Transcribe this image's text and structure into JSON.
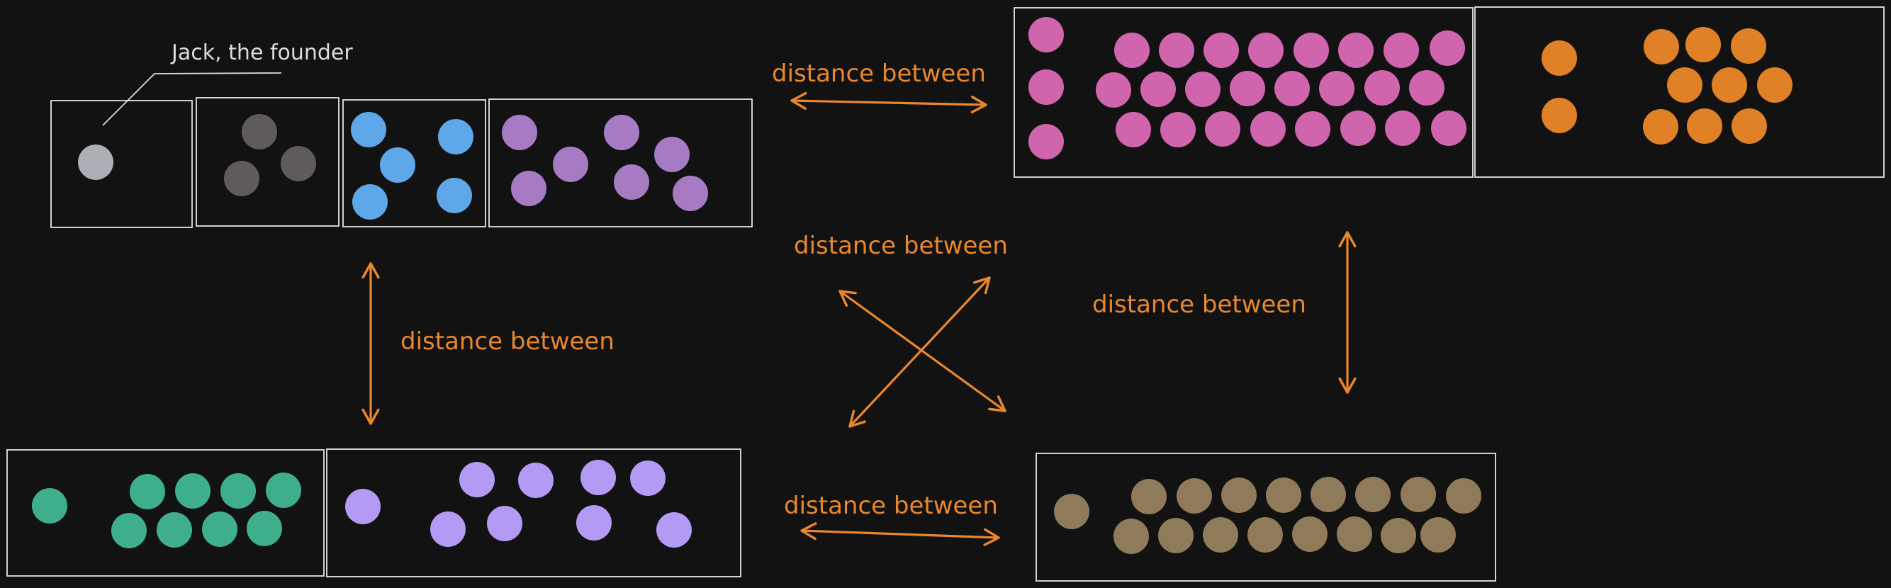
{
  "annotation": {
    "text": "Jack, the founder"
  },
  "labels": {
    "top_horizontal": "distance between",
    "center": "distance between",
    "left_vertical": "distance between",
    "right_vertical": "distance between",
    "bottom_horizontal": "distance between"
  },
  "colors": {
    "background": "#121212",
    "box_stroke": "#e6e6e6",
    "arrow": "#e8872e",
    "label": "#e8872e",
    "annotation": "#dcdcdc",
    "founder": "#aab0b6",
    "gray": "#5f5a5c",
    "blue": "#5ea7e8",
    "purple": "#a77ac4",
    "pink": "#d065ad",
    "orange": "#e08127",
    "green": "#3fae8c",
    "lavender": "#b39bf5",
    "tan": "#8f7a5a"
  },
  "groups": [
    {
      "id": "founder",
      "color_key": "founder",
      "count": 1
    },
    {
      "id": "gray",
      "color_key": "gray",
      "count": 3
    },
    {
      "id": "blue",
      "color_key": "blue",
      "count": 5
    },
    {
      "id": "purple",
      "color_key": "purple",
      "count": 7
    },
    {
      "id": "pink",
      "color_key": "pink",
      "count": 28
    },
    {
      "id": "orange",
      "color_key": "orange",
      "count": 11
    },
    {
      "id": "green",
      "color_key": "green",
      "count": 9
    },
    {
      "id": "lavender",
      "color_key": "lavender",
      "count": 9
    },
    {
      "id": "tan",
      "color_key": "tan",
      "count": 17
    }
  ]
}
